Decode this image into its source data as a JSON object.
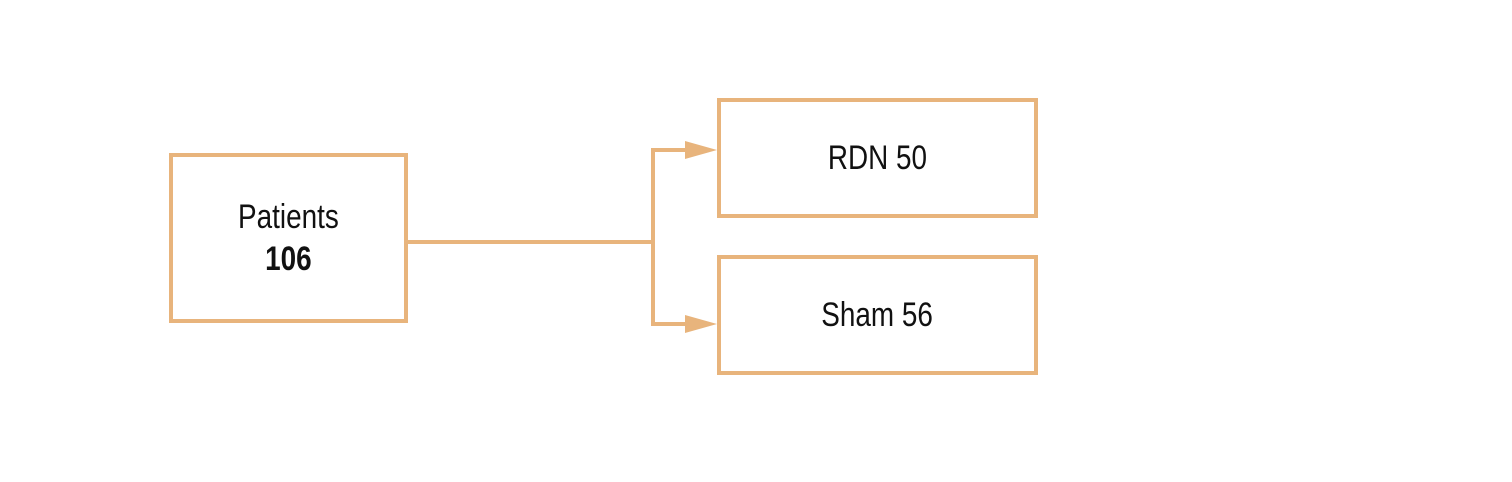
{
  "colors": {
    "box_border": "#e8b47c",
    "connector": "#e8b47c",
    "text": "#111111",
    "background": "#ffffff"
  },
  "nodes": {
    "source": {
      "label": "Patients",
      "count": "106"
    },
    "groups": [
      {
        "label": "RDN 50"
      },
      {
        "label": "Sham 56"
      }
    ]
  }
}
